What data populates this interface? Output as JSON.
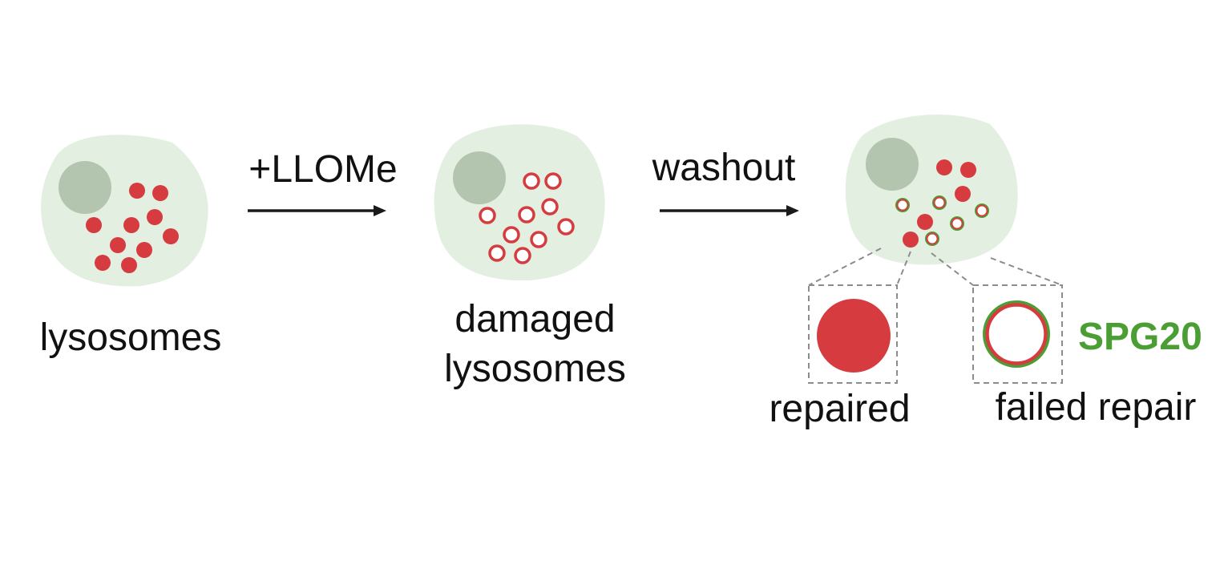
{
  "colors": {
    "cell_fill": "#e3efe1",
    "nucleus_fill": "#b3c5af",
    "lysosome_red": "#d63c3f",
    "spg20_green": "#4a9e33",
    "arrow": "#1a1a1a",
    "dash": "#8c8c8c"
  },
  "stage1": {
    "label": "lysosomes"
  },
  "arrow1": {
    "label": "+LLOMe"
  },
  "stage2": {
    "label_line1": "damaged",
    "label_line2": "lysosomes"
  },
  "arrow2": {
    "label": "washout"
  },
  "stage3": {
    "repaired_label": "repaired",
    "failed_label": "failed repair",
    "marker_label": "SPG20"
  }
}
